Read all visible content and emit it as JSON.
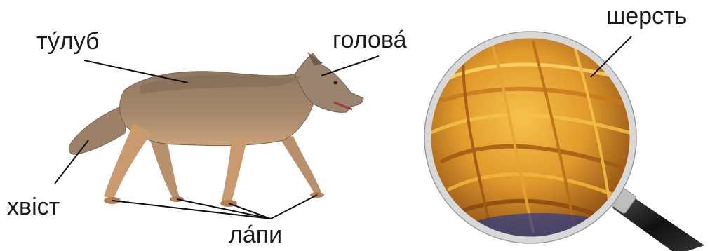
{
  "labels": {
    "body": "ту́луб",
    "head": "голова́",
    "tail": "хвіст",
    "paws": "ла́пи",
    "fur": "шерсть"
  },
  "colors": {
    "wolf_fur": "#a08366",
    "wolf_legs": "#c89a6e",
    "wolf_dark": "#6f5b49",
    "zoom_fur_light": "#f2b53a",
    "zoom_fur_dark": "#8a4a10",
    "zoom_fur_blue": "#2a3a8a",
    "lens_rim": "#d8d8d8",
    "handle": "#1f1f1f",
    "text": "#1a1a1a"
  }
}
